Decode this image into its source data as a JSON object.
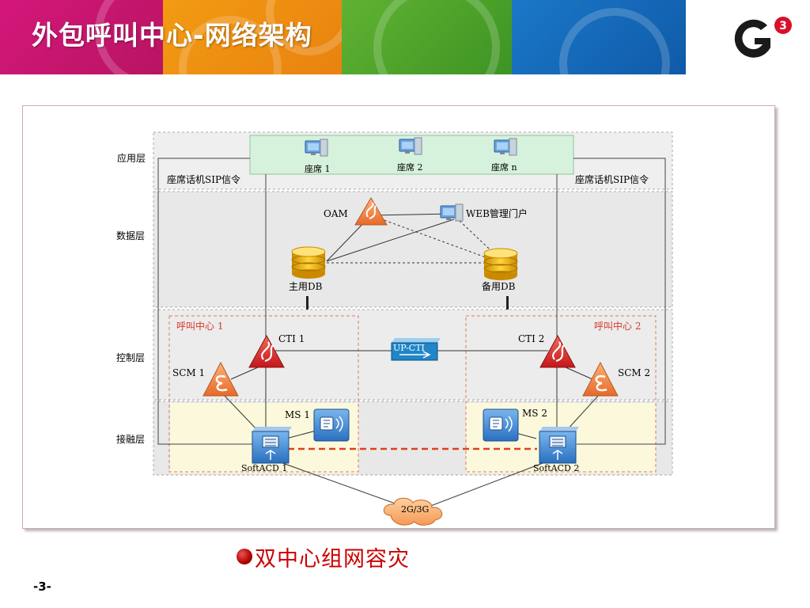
{
  "header": {
    "title": "外包呼叫中心-网络架构",
    "colors": [
      "#d4177a",
      "#f29b12",
      "#5fb232",
      "#1b78c8"
    ],
    "logo_icon": "g3-logo",
    "logo_mark": "3"
  },
  "diagram": {
    "layers": {
      "application": "应用层",
      "data": "数据层",
      "control": "控制层",
      "access": "接融层"
    },
    "sip_left": "座席话机SIP信令",
    "sip_right": "座席话机SIP信令",
    "seats": [
      "座席 1",
      "座席 2",
      "座席 n"
    ],
    "oam": "OAM",
    "web_portal": "WEB管理门户",
    "main_db": "主用DB",
    "backup_db": "备用DB",
    "center1": "呼叫中心 1",
    "center2": "呼叫中心 2",
    "cti1": "CTI 1",
    "cti2": "CTI 2",
    "up_cti": "UP-CTI",
    "scm1": "SCM 1",
    "scm2": "SCM 2",
    "ms1": "MS 1",
    "ms2": "MS 2",
    "softacd1": "SoftACD 1",
    "softacd2": "SoftACD 2",
    "cloud": "2G/3G",
    "accent_red": "#d8382a"
  },
  "footer": {
    "conclusion": "双中心组网容灾",
    "page_number": "-3-"
  }
}
